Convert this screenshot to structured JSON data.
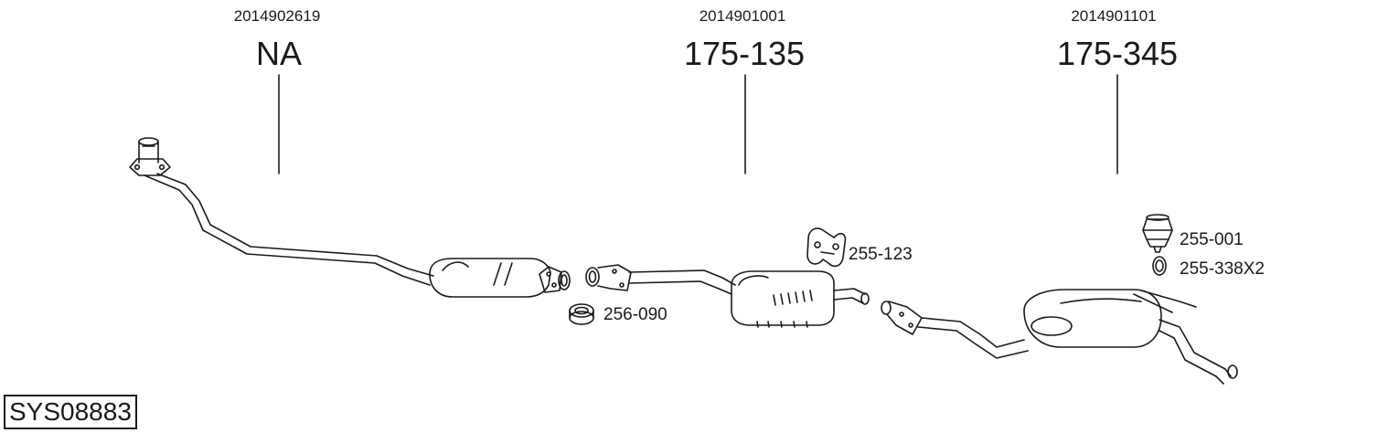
{
  "header_groups": [
    {
      "oe_number": "2014902619",
      "part_number": "NA"
    },
    {
      "oe_number": "2014901001",
      "part_number": "175-135"
    },
    {
      "oe_number": "2014901101",
      "part_number": "175-345"
    }
  ],
  "accessories": [
    {
      "label": "256-090"
    },
    {
      "label": "255-123"
    },
    {
      "label": "255-001"
    },
    {
      "label": "255-338X2"
    }
  ],
  "system_code": "SYS08883",
  "colors": {
    "line": "#1a1a1a",
    "background": "#ffffff"
  }
}
